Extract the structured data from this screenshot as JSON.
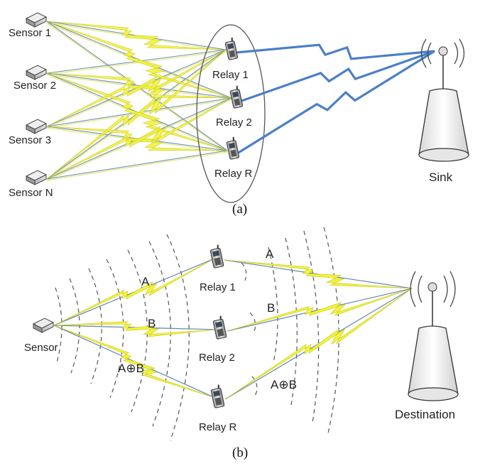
{
  "panel_a": {
    "sensors": [
      "Sensor 1",
      "Sensor 2",
      "Sensor 3",
      "Sensor N"
    ],
    "relays": [
      "Relay 1",
      "Relay 2",
      "Relay R"
    ],
    "sink_label": "Sink",
    "caption": "(a)"
  },
  "panel_b": {
    "sensor_label": "Sensor",
    "relays": [
      "Relay 1",
      "Relay 2",
      "Relay R"
    ],
    "destination_label": "Destination",
    "signal_labels": {
      "a_first": "A",
      "b_first": "B",
      "axb_first": "A⊕B",
      "a_second": "A",
      "b_second": "B",
      "axb_second": "A⊕B"
    },
    "caption": "(b)"
  },
  "colors": {
    "sensor_link": "#f2f23a",
    "relay_link_blue": "#4b7fc9",
    "thin_line": "#5a7fa8"
  }
}
